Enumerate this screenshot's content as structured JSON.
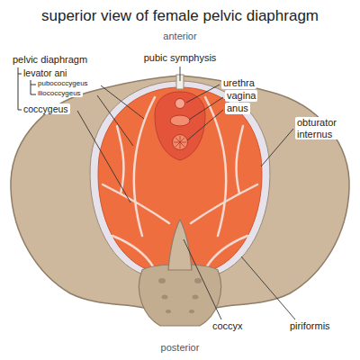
{
  "diagram": {
    "title": "superior view of female pelvic diaphragm",
    "labels": [
      "anterior",
      "pelvic diaphragm",
      "levator ani",
      "pubococcygeus",
      "iliococcygeus",
      "coccygeus",
      "pubic symphysis",
      "urethra",
      "vagina",
      "anus",
      "obturator internus",
      "piriformis",
      "coccyx",
      "posterior"
    ]
  }
}
